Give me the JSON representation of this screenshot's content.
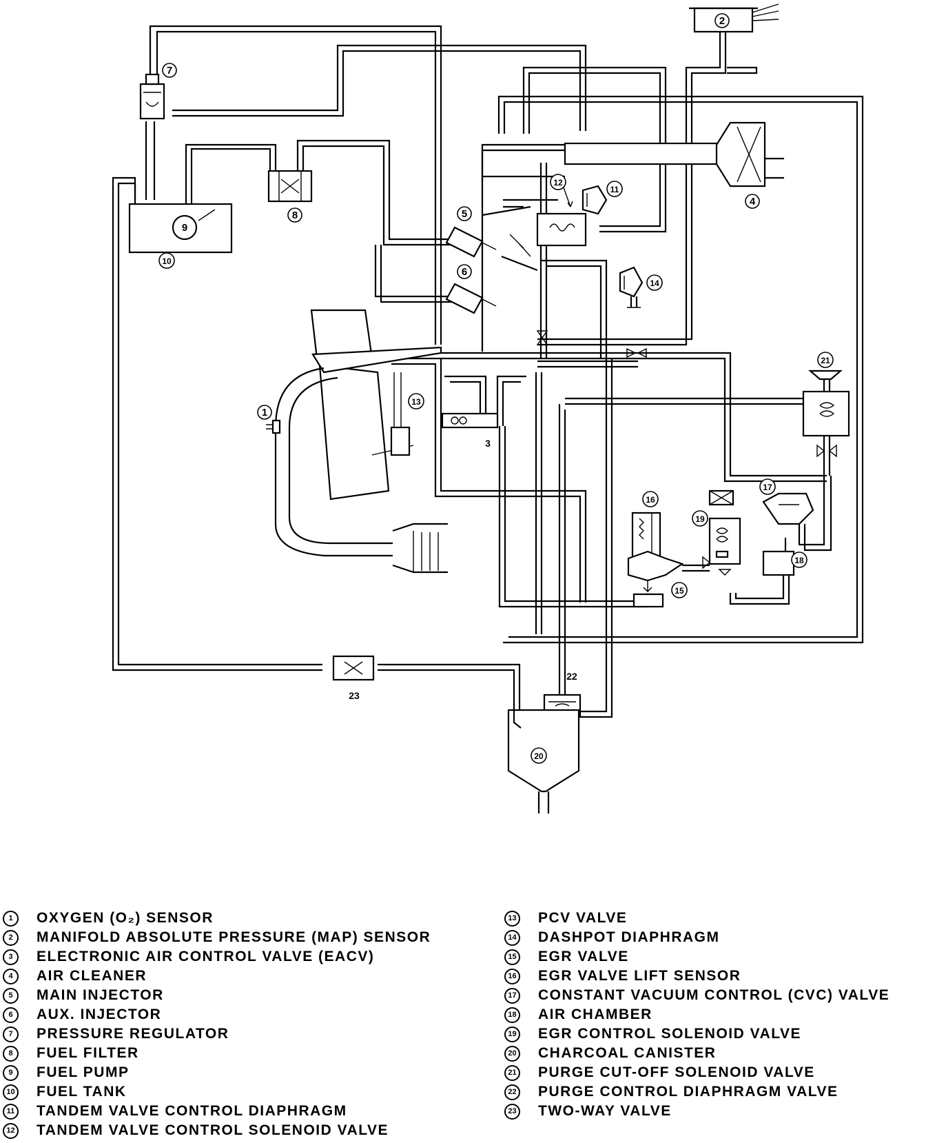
{
  "callout_numbers": [
    "1",
    "2",
    "3",
    "4",
    "5",
    "6",
    "7",
    "8",
    "9",
    "10",
    "11",
    "12",
    "13",
    "14",
    "15",
    "16",
    "17",
    "18",
    "19",
    "20",
    "21",
    "22",
    "23"
  ],
  "legend_left": [
    {
      "num": "1",
      "label": "OXYGEN (O₂) SENSOR"
    },
    {
      "num": "2",
      "label": "MANIFOLD ABSOLUTE PRESSURE (MAP) SENSOR"
    },
    {
      "num": "3",
      "label": "ELECTRONIC AIR CONTROL VALVE (EACV)"
    },
    {
      "num": "4",
      "label": "AIR CLEANER"
    },
    {
      "num": "5",
      "label": "MAIN INJECTOR"
    },
    {
      "num": "6",
      "label": "AUX. INJECTOR"
    },
    {
      "num": "7",
      "label": "PRESSURE REGULATOR"
    },
    {
      "num": "8",
      "label": "FUEL FILTER"
    },
    {
      "num": "9",
      "label": "FUEL PUMP"
    },
    {
      "num": "10",
      "label": "FUEL TANK"
    },
    {
      "num": "11",
      "label": "TANDEM VALVE CONTROL DIAPHRAGM"
    },
    {
      "num": "12",
      "label": "TANDEM VALVE CONTROL SOLENOID VALVE"
    }
  ],
  "legend_right": [
    {
      "num": "13",
      "label": "PCV VALVE"
    },
    {
      "num": "14",
      "label": "DASHPOT DIAPHRAGM"
    },
    {
      "num": "15",
      "label": "EGR VALVE"
    },
    {
      "num": "16",
      "label": "EGR VALVE LIFT SENSOR"
    },
    {
      "num": "17",
      "label": "CONSTANT VACUUM CONTROL (CVC) VALVE"
    },
    {
      "num": "18",
      "label": "AIR CHAMBER"
    },
    {
      "num": "19",
      "label": "EGR CONTROL SOLENOID VALVE"
    },
    {
      "num": "20",
      "label": "CHARCOAL CANISTER"
    },
    {
      "num": "21",
      "label": "PURGE CUT-OFF SOLENOID VALVE"
    },
    {
      "num": "22",
      "label": "PURGE CONTROL DIAPHRAGM VALVE"
    },
    {
      "num": "23",
      "label": "TWO-WAY VALVE"
    }
  ]
}
